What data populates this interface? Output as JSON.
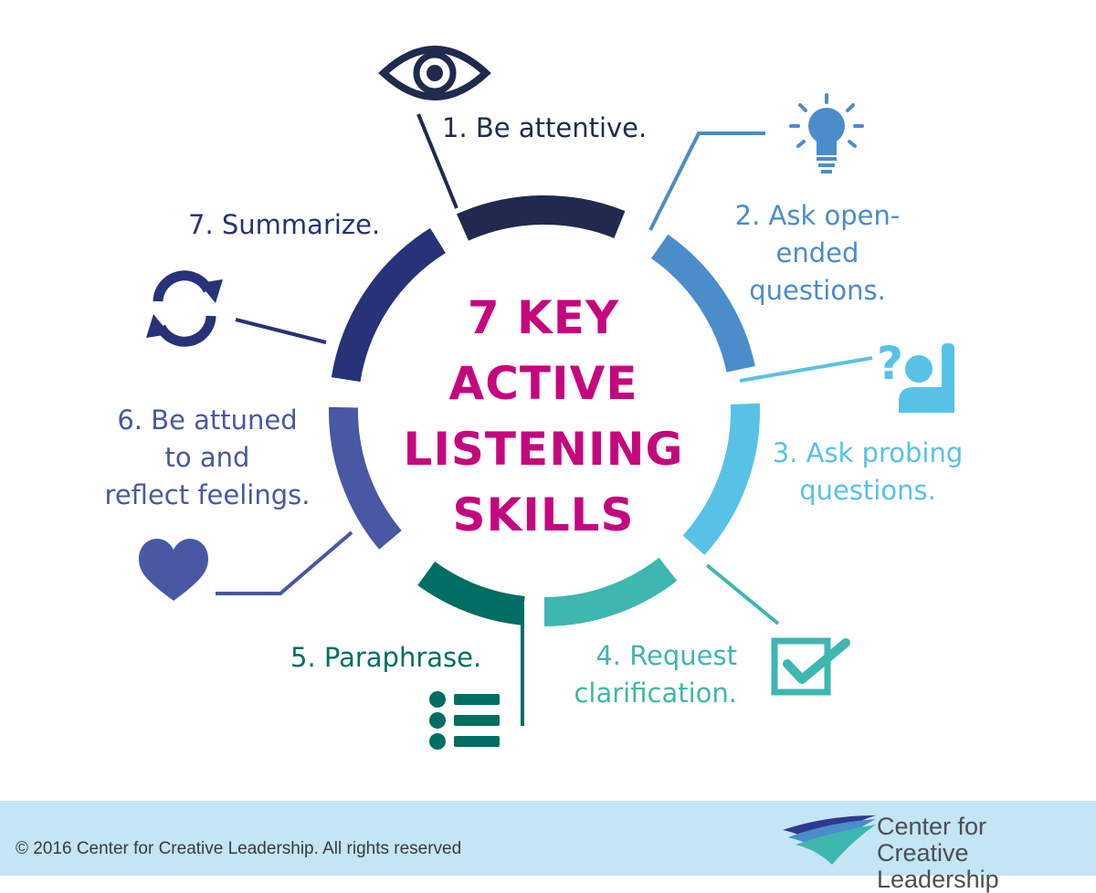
{
  "center_title": [
    "7 KEY",
    "ACTIVE",
    "LISTENING",
    "SKILLS"
  ],
  "skills": [
    {
      "lines": [
        "1. Be attentive."
      ],
      "icon": "eye-icon",
      "color": "#1f2a4e"
    },
    {
      "lines": [
        "2. Ask open-ended",
        "questions."
      ],
      "icon": "lightbulb-icon",
      "color": "#4b8ccb"
    },
    {
      "lines": [
        "3. Ask probing",
        "questions."
      ],
      "icon": "question-hand-icon",
      "color": "#58c2e6"
    },
    {
      "lines": [
        "4. Request",
        "clarification."
      ],
      "icon": "checkbox-icon",
      "color": "#3db7b0"
    },
    {
      "lines": [
        "5. Paraphrase."
      ],
      "icon": "list-icon",
      "color": "#006e63"
    },
    {
      "lines": [
        "6. Be attuned",
        "to and",
        "reflect feelings."
      ],
      "icon": "heart-icon",
      "color": "#4858a4"
    },
    {
      "lines": [
        "7. Summarize."
      ],
      "icon": "refresh-icon",
      "color": "#273278"
    }
  ],
  "footer": {
    "copyright": "© 2016 Center for Creative Leadership. All rights reserved",
    "brand_lines": [
      "Center for",
      "Creative Leadership"
    ]
  },
  "colors": {
    "title": "#c5077e",
    "footer_bg": "#c4e5f3"
  }
}
